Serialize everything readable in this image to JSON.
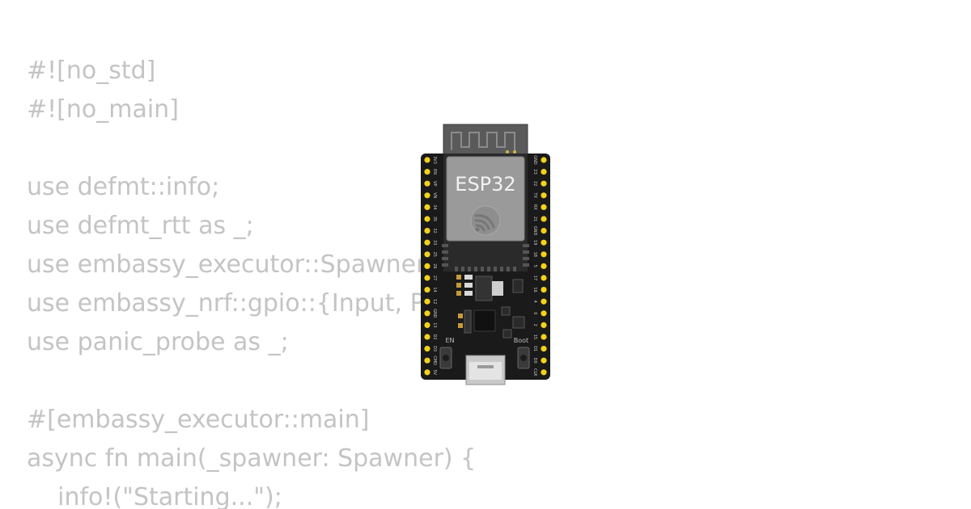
{
  "code": {
    "lines": [
      "#![no_std]",
      "#![no_main]",
      "",
      "use defmt::info;",
      "use defmt_rtt as _;",
      "use embassy_executor::Spawner;",
      "use embassy_nrf::gpio::{Input, Pull};",
      "use panic_probe as _;",
      "",
      "#[embassy_executor::main]",
      "async fn main(_spawner: Spawner) {",
      "    info!(\"Starting...\");"
    ]
  },
  "board": {
    "module_label": "ESP32",
    "icon": "espressif-logo-icon",
    "button_left_label": "EN",
    "button_right_label": "Boot",
    "left_pins": [
      "3V3",
      "EN",
      "VP",
      "VN",
      "34",
      "35",
      "32",
      "33",
      "25",
      "26",
      "27",
      "14",
      "12",
      "GND",
      "13",
      "D2",
      "D3",
      "CMD",
      "5V"
    ],
    "right_pins": [
      "GND",
      "23",
      "22",
      "TX",
      "RX",
      "21",
      "GND",
      "19",
      "18",
      "5",
      "17",
      "16",
      "4",
      "0",
      "2",
      "15",
      "D1",
      "D0",
      "CLK"
    ],
    "colors": {
      "pcb": "#1a1a1a",
      "pin": "#f2d21b",
      "shield": "#9a9a9a",
      "antenna": "#5a5a5a",
      "code_text": "#c4c4c4"
    }
  }
}
